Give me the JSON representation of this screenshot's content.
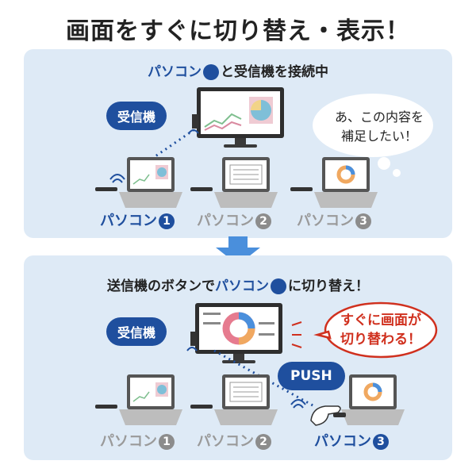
{
  "title": "画面をすぐに切り替え・表示！",
  "top": {
    "heading_pre": "パソコン",
    "heading_num": "1",
    "heading_post": "と受信機を接続中",
    "receiver_label": "受信機",
    "bubble_line1": "あ、この内容を",
    "bubble_line2": "補足したい！",
    "pcs": [
      {
        "label": "パソコン",
        "num": "1",
        "active": true
      },
      {
        "label": "パソコン",
        "num": "2",
        "active": false
      },
      {
        "label": "パソコン",
        "num": "3",
        "active": false
      }
    ]
  },
  "bottom": {
    "heading_pre": "送信機のボタンで",
    "heading_blue": "パソコン",
    "heading_num": "3",
    "heading_post": "に切り替え！",
    "receiver_label": "受信機",
    "callout_line1": "すぐに画面が",
    "callout_line2": "切り替わる！",
    "push_label": "PUSH",
    "pcs": [
      {
        "label": "パソコン",
        "num": "1",
        "active": false
      },
      {
        "label": "パソコン",
        "num": "2",
        "active": false
      },
      {
        "label": "パソコン",
        "num": "3",
        "active": true
      }
    ]
  },
  "colors": {
    "brand_blue": "#1f4f9e",
    "panel_bg": "#deeaf6",
    "arrow_blue": "#4a8fdc",
    "alert_red": "#d0301e",
    "inactive_gray": "#9a9a9a"
  }
}
